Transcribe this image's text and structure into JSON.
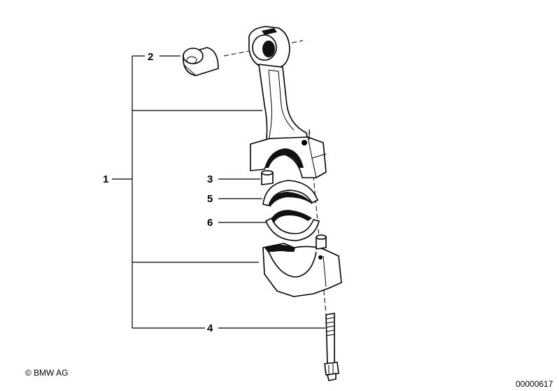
{
  "callouts": {
    "c1": "1",
    "c2": "2",
    "c3": "3",
    "c4": "4",
    "c5": "5",
    "c6": "6"
  },
  "footer": {
    "copyright": "© BMW AG",
    "drawing_number": "00000617"
  }
}
